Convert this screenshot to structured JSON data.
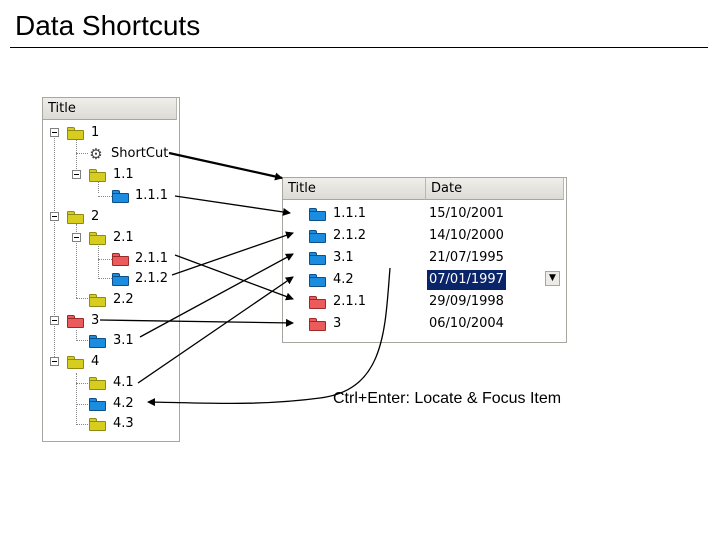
{
  "page": {
    "title": "Data Shortcuts",
    "caption": "Ctrl+Enter: Locate & Focus Item"
  },
  "tree": {
    "column": "Title",
    "nodes": [
      {
        "label": "1",
        "icon": "yellow-folder-icon"
      },
      {
        "label": "ShortCut",
        "icon": "gear-icon"
      },
      {
        "label": "1.1",
        "icon": "yellow-folder-icon"
      },
      {
        "label": "1.1.1",
        "icon": "blue-folder-icon"
      },
      {
        "label": "2",
        "icon": "yellow-folder-icon"
      },
      {
        "label": "2.1",
        "icon": "yellow-folder-icon"
      },
      {
        "label": "2.1.1",
        "icon": "red-folder-icon"
      },
      {
        "label": "2.1.2",
        "icon": "blue-folder-icon"
      },
      {
        "label": "2.2",
        "icon": "yellow-folder-icon"
      },
      {
        "label": "3",
        "icon": "red-folder-icon"
      },
      {
        "label": "3.1",
        "icon": "blue-folder-icon"
      },
      {
        "label": "4",
        "icon": "yellow-folder-icon"
      },
      {
        "label": "4.1",
        "icon": "yellow-folder-icon"
      },
      {
        "label": "4.2",
        "icon": "blue-folder-icon"
      },
      {
        "label": "4.3",
        "icon": "yellow-folder-icon"
      }
    ]
  },
  "list": {
    "columns": [
      "Title",
      "Date"
    ],
    "rows": [
      {
        "title": "1.1.1",
        "date": "15/10/2001",
        "icon": "blue-folder-icon"
      },
      {
        "title": "2.1.2",
        "date": "14/10/2000",
        "icon": "blue-folder-icon"
      },
      {
        "title": "3.1",
        "date": "21/07/1995",
        "icon": "blue-folder-icon"
      },
      {
        "title": "4.2",
        "date": "07/01/1997",
        "icon": "blue-folder-icon",
        "selected": true
      },
      {
        "title": "2.1.1",
        "date": "29/09/1998",
        "icon": "red-folder-icon"
      },
      {
        "title": "3",
        "date": "06/10/2004",
        "icon": "red-folder-icon"
      }
    ]
  },
  "colors": {
    "selection": "#0a246a",
    "yellow_folder": "#d7cd1e",
    "blue_folder": "#1a8de0",
    "red_folder": "#ec5b5b"
  }
}
